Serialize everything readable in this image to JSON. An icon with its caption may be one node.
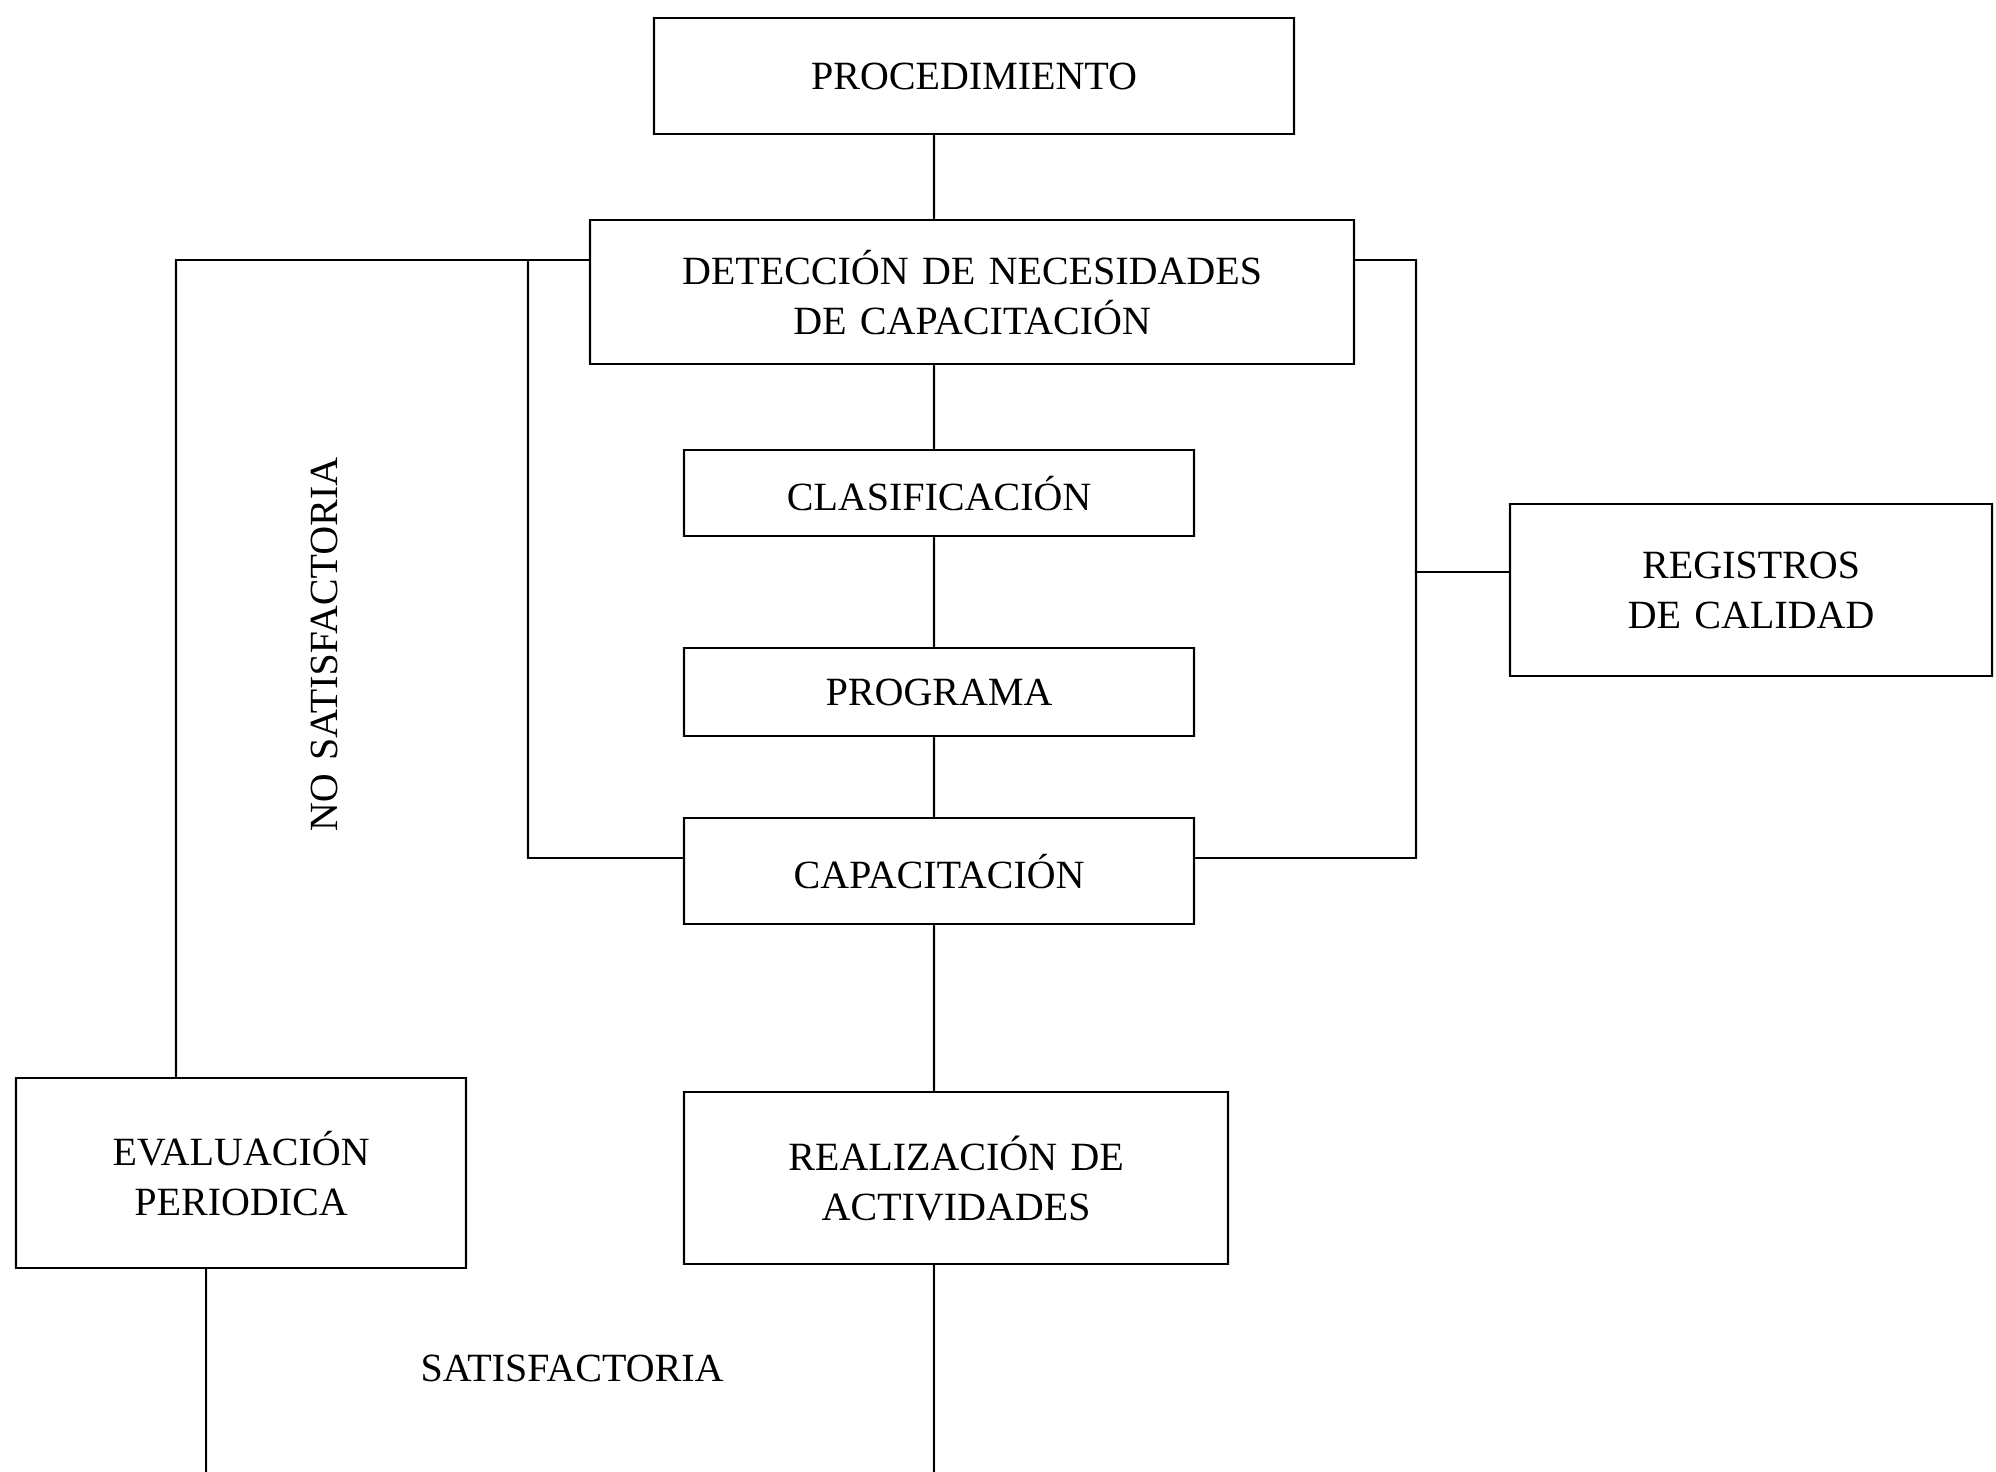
{
  "diagram": {
    "nodes": [
      {
        "text": [
          "PROCEDIMIENTO"
        ]
      },
      {
        "text": [
          "DETECCIÓN DE NECESIDADES DE CAPACITACIÓN"
        ]
      },
      {
        "text": [
          "CLASIFICACIÓN"
        ]
      },
      {
        "text": [
          "PROGRAMA"
        ]
      },
      {
        "text": [
          "CAPACITACIÓN"
        ]
      },
      {
        "text": [
          "REALIZACIÓN DE ACTIVIDADES"
        ]
      },
      {
        "text": [
          "EVALUACIÓN PERIODICA"
        ]
      },
      {
        "text": [
          "REGISTROS DE CALIDAD"
        ]
      }
    ],
    "edges": [
      {
        "from": 0,
        "to": 1,
        "arrow": "none"
      },
      {
        "from": 1,
        "to": 2,
        "arrow": "none"
      },
      {
        "from": 2,
        "to": 3,
        "arrow": "none"
      },
      {
        "from": 3,
        "to": 4,
        "arrow": "none"
      },
      {
        "from": 4,
        "to": 5,
        "arrow": "none"
      },
      {
        "from": 1,
        "to": 4,
        "arrow": "none"
      },
      {
        "from": 6,
        "to": 1,
        "arrow": "none",
        "label": "NO SATISFACTORIA"
      },
      {
        "from": 1,
        "to": 7,
        "arrow": "none"
      },
      {
        "from": 4,
        "to": 7,
        "arrow": "none"
      },
      {
        "from": 5,
        "to": null,
        "arrow": "none"
      },
      {
        "from": 6,
        "to": null,
        "arrow": "none"
      }
    ],
    "labels": [
      "SATISFACTORIA"
    ]
  }
}
